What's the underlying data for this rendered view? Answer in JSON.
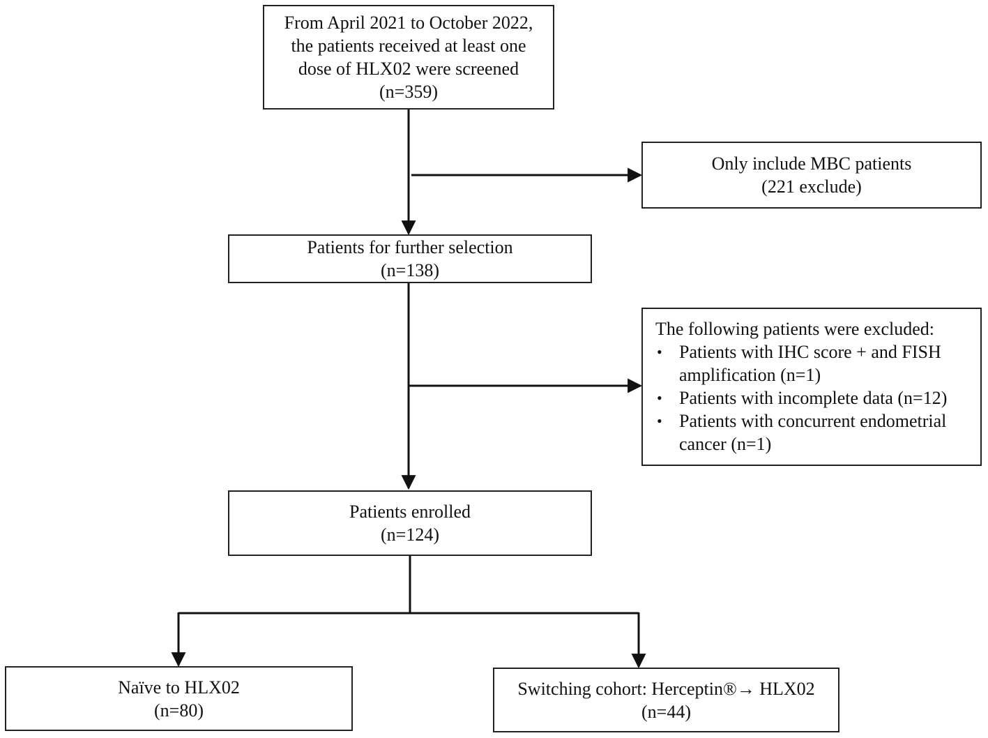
{
  "boxes": {
    "screened": {
      "lines": [
        "From April 2021 to October 2022,",
        "the patients received at least one",
        "dose of HLX02 were screened",
        "(n=359)"
      ]
    },
    "exclusion_1": {
      "lines": [
        "Only include MBC patients",
        "(221 exclude)"
      ]
    },
    "further_selection": {
      "lines": [
        "Patients for  further selection",
        "(n=138)"
      ]
    },
    "exclusion_2": {
      "heading": "The following patients were excluded:",
      "bullets": [
        "Patients with IHC score + and FISH amplification (n=1)",
        "Patients with incomplete data (n=12)",
        "Patients with concurrent endometrial cancer (n=1)"
      ]
    },
    "enrolled": {
      "lines": [
        "Patients enrolled",
        "(n=124)"
      ]
    },
    "naive": {
      "lines": [
        "Naïve to HLX02",
        "(n=80)"
      ]
    },
    "switching": {
      "lines": [
        "Switching cohort: Herceptin®→ HLX02",
        "(n=44)"
      ]
    }
  },
  "bullet_symbol": "•"
}
